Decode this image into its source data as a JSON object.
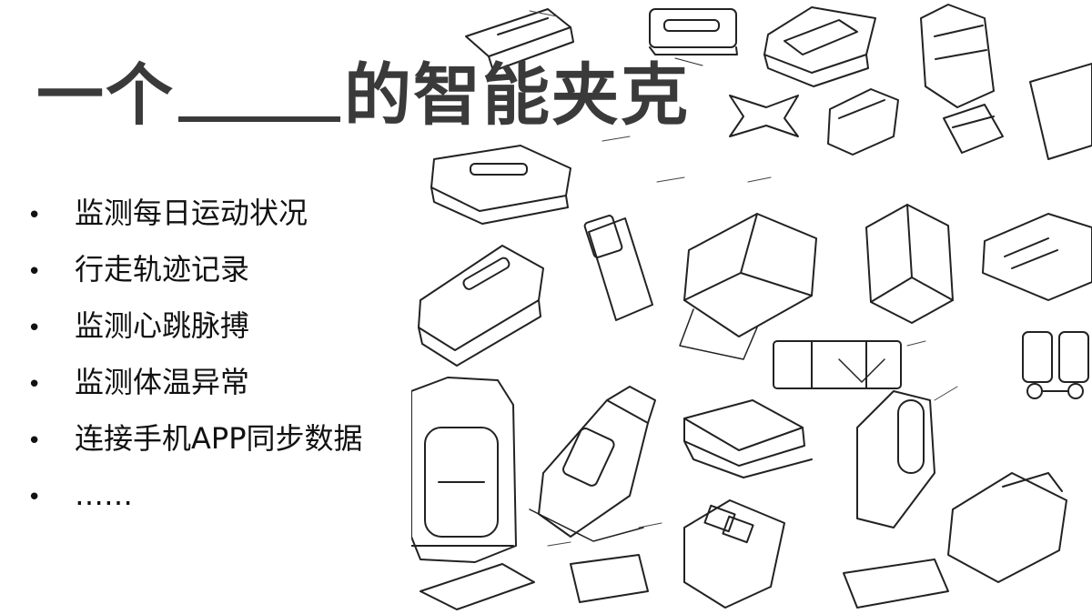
{
  "slide": {
    "title_before": "一个",
    "title_after": "的智能夹克",
    "bullets": [
      {
        "marker": "•",
        "text": "监测每日运动状况"
      },
      {
        "marker": "•",
        "text": "行走轨迹记录"
      },
      {
        "marker": "•",
        "text": "监测心跳脉搏"
      },
      {
        "marker": "•",
        "text": "监测体温异常"
      },
      {
        "marker": "•",
        "text": "连接手机APP同步数据"
      },
      {
        "marker": "•",
        "text": "……"
      }
    ]
  }
}
